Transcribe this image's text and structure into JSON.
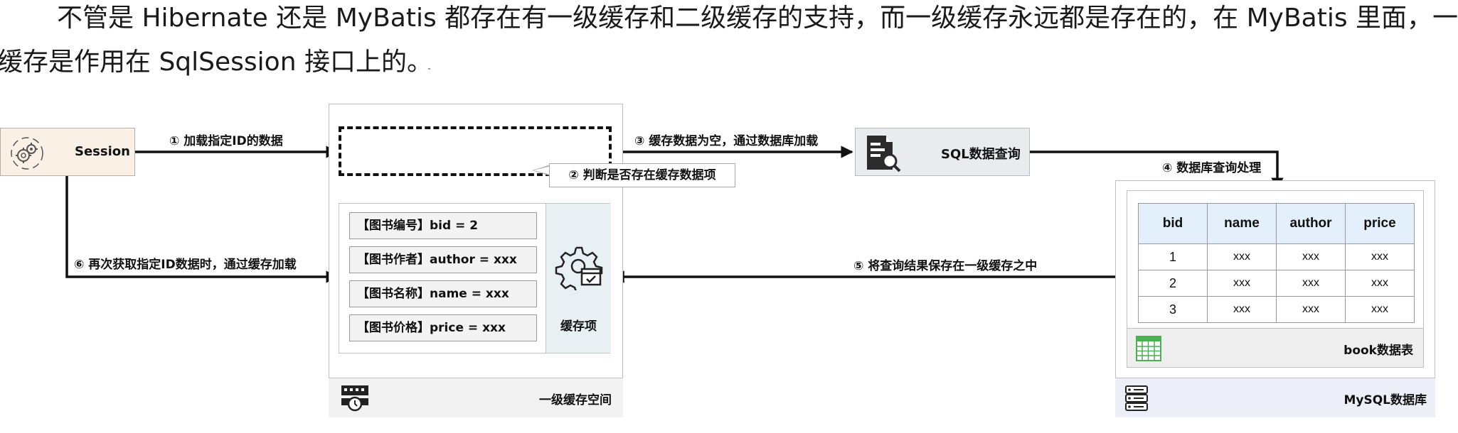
{
  "intro": {
    "line1": "不管是 Hibernate 还是 MyBatis 都存在有一级缓存和二级缓存的支持，而一级缓存永远都是存在的，在 MyBatis 里面，一级",
    "line2": "缓存是作用在 SqlSession 接口上的。"
  },
  "session": {
    "label": "Session",
    "icon": "gears-icon"
  },
  "cache": {
    "callout": "② 判断是否存在缓存数据项",
    "entries": [
      "【图书编号】bid = 2",
      "【图书作者】author = xxx",
      "【图书名称】name = xxx",
      "【图书价格】price = xxx"
    ],
    "item_label": "缓存项",
    "item_icon": "gear-check-icon",
    "space_label": "一级缓存空间",
    "space_icon": "cache-server-icon"
  },
  "sql": {
    "label": "SQL数据查询",
    "icon": "document-search-icon"
  },
  "db": {
    "table": {
      "headers": [
        "bid",
        "name",
        "author",
        "price"
      ],
      "rows": [
        [
          "1",
          "xxx",
          "xxx",
          "xxx"
        ],
        [
          "2",
          "xxx",
          "xxx",
          "xxx"
        ],
        [
          "3",
          "xxx",
          "xxx",
          "xxx"
        ]
      ]
    },
    "table_label": "book数据表",
    "table_icon": "spreadsheet-icon",
    "db_label": "MySQL数据库",
    "db_icon": "database-icon"
  },
  "arrows": {
    "a1": "① 加载指定ID的数据",
    "a3": "③ 缓存数据为空，通过数据库加载",
    "a4": "④ 数据库查询处理",
    "a5": "⑤ 将查询结果保存在一级缓存之中",
    "a6": "⑥ 再次获取指定ID数据时，通过缓存加载"
  },
  "colors": {
    "session_bg": "#fbf0e6",
    "cache_item_bg": "#e8f0f4",
    "sql_bg": "#e9ebef",
    "table_header_bg": "#e3f0fb",
    "db_footer_bg": "#eceff8",
    "spreadsheet_green": "#4caf50"
  }
}
